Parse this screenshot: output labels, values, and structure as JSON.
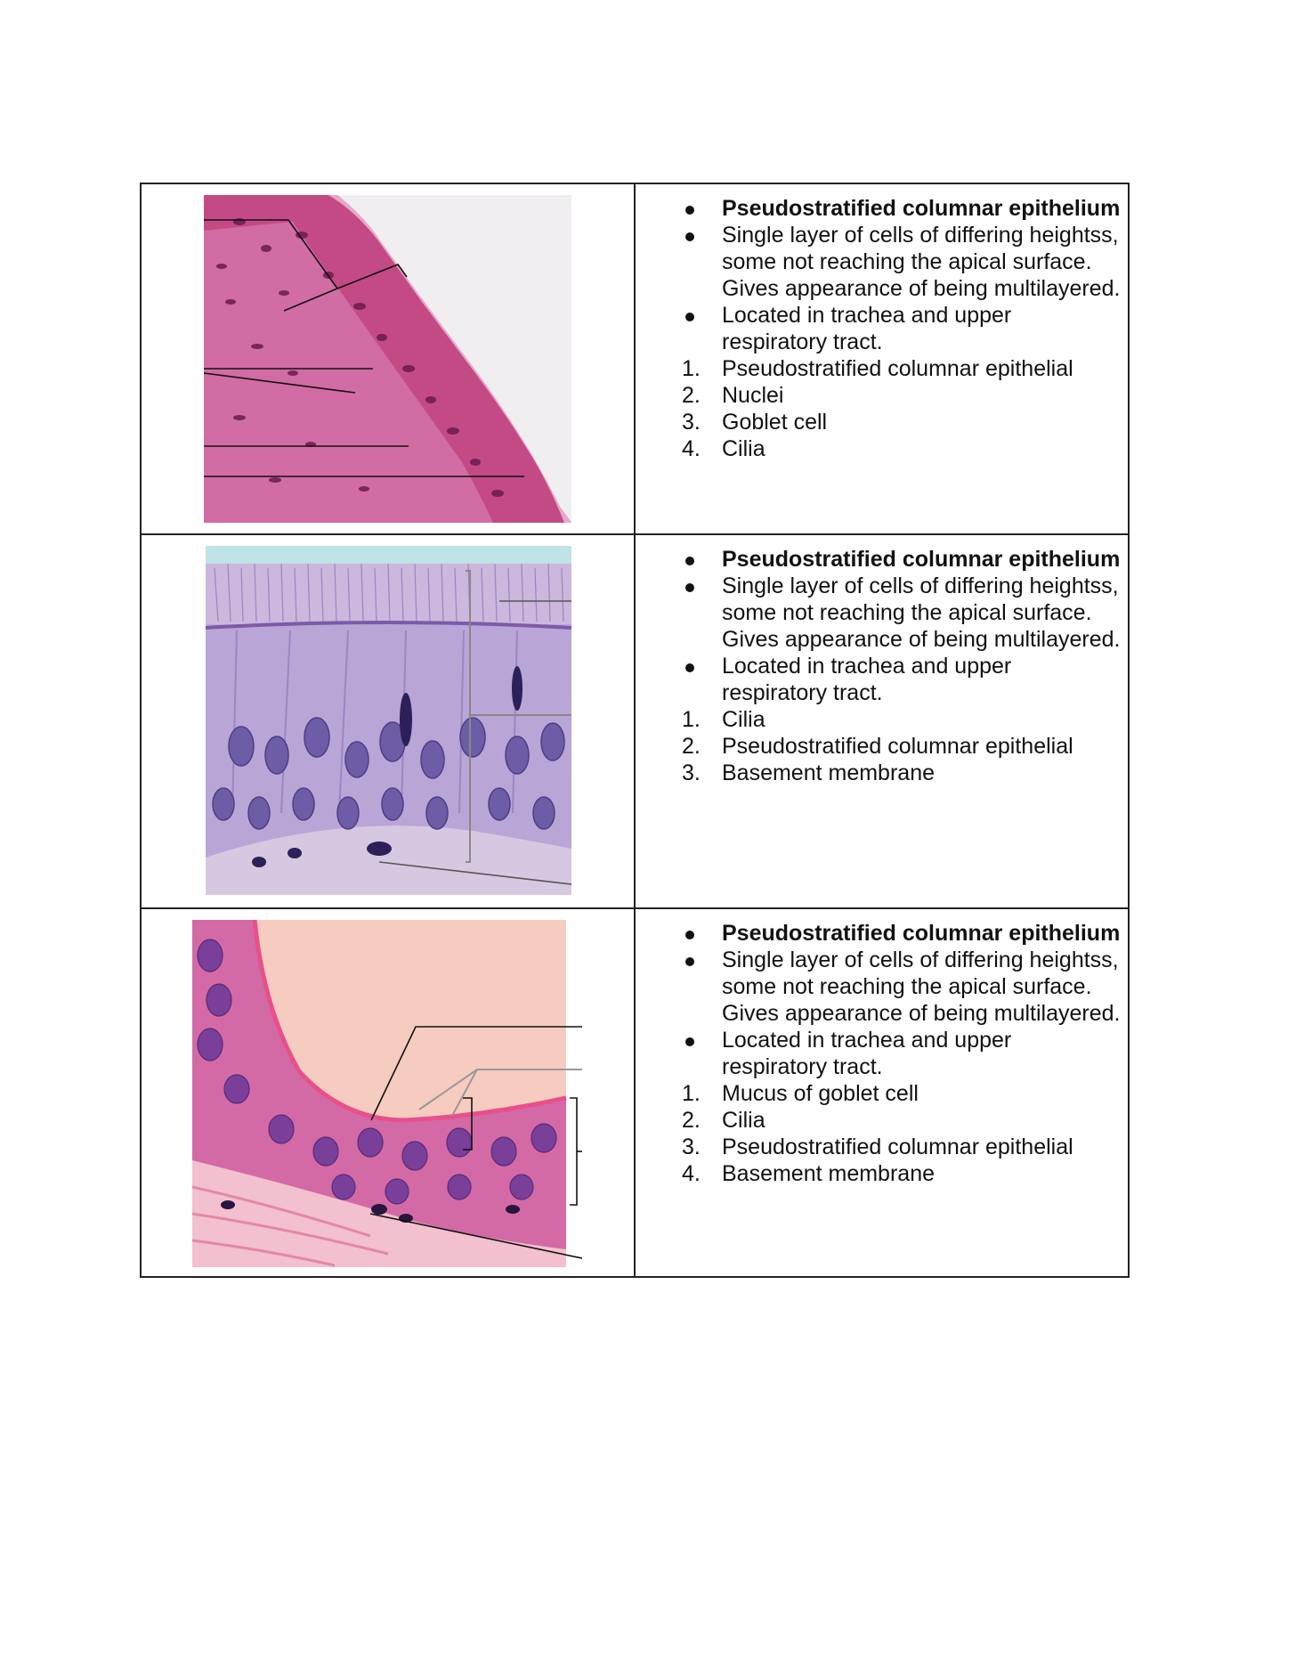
{
  "rows": [
    {
      "facts": [
        "Pseudostratified columnar epithelium",
        "Single layer of cells of differing heightss, some not reaching the apical surface. Gives appearance of being multilayered.",
        "Located in trachea and upper respiratory tract."
      ],
      "labels": [
        {
          "num": "1.",
          "text": "Pseudostratified columnar epithelial"
        },
        {
          "num": "2.",
          "text": "Nuclei"
        },
        {
          "num": "3.",
          "text": "Goblet cell"
        },
        {
          "num": "4.",
          "text": "Cilia"
        }
      ]
    },
    {
      "facts": [
        "Pseudostratified columnar epithelium",
        "Single layer of cells of differing heightss, some not reaching the apical surface. Gives appearance of being multilayered.",
        "Located in trachea and upper respiratory tract."
      ],
      "labels": [
        {
          "num": "1.",
          "text": "Cilia"
        },
        {
          "num": "2.",
          "text": "Pseudostratified columnar epithelial"
        },
        {
          "num": "3.",
          "text": "Basement membrane"
        }
      ]
    },
    {
      "facts": [
        "Pseudostratified columnar epithelium",
        "Single layer of cells of differing heightss, some not reaching the apical surface. Gives appearance of being multilayered.",
        "Located in trachea and upper respiratory tract."
      ],
      "labels": [
        {
          "num": "1.",
          "text": "Mucus of goblet cell"
        },
        {
          "num": "2.",
          "text": "Cilia"
        },
        {
          "num": "3.",
          "text": "Pseudostratified columnar epithelial"
        },
        {
          "num": "4.",
          "text": "Basement membrane"
        }
      ]
    }
  ]
}
